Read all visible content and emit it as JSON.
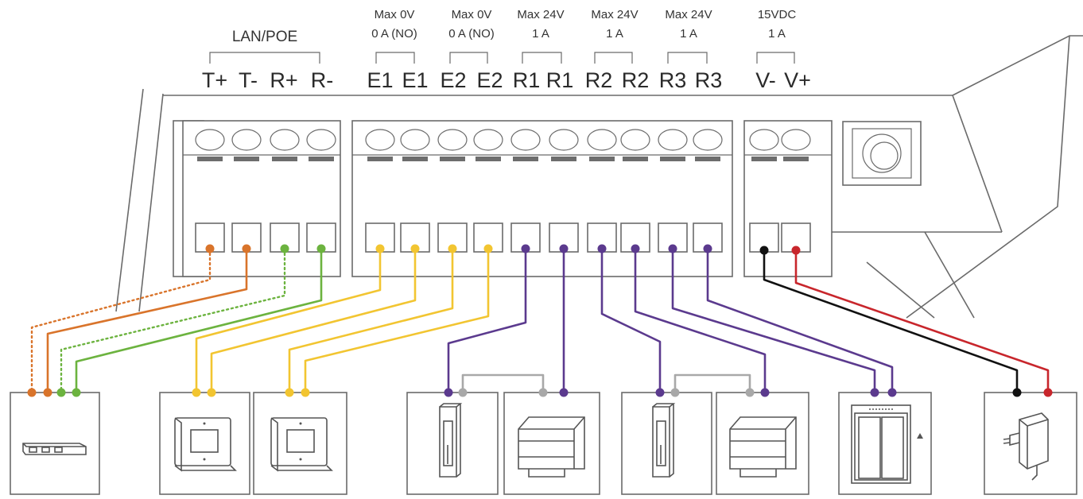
{
  "colors": {
    "orange": "#d9742b",
    "green": "#6cb33f",
    "yellow": "#f2c531",
    "purple": "#5b3a8e",
    "gray": "#a8a8a8",
    "black": "#111111",
    "red": "#c8262c",
    "outline": "#6a6a6a"
  },
  "groups": [
    {
      "id": "lan",
      "rating": [],
      "group_label": "LAN/POE",
      "terminals": [
        "T+",
        "T-",
        "R+",
        "R-"
      ]
    },
    {
      "id": "e1",
      "rating": [
        "Max 0V",
        "0 A (NO)"
      ],
      "terminals": [
        "E1",
        "E1"
      ]
    },
    {
      "id": "e2",
      "rating": [
        "Max 0V",
        "0 A (NO)"
      ],
      "terminals": [
        "E2",
        "E2"
      ]
    },
    {
      "id": "r1",
      "rating": [
        "Max 24V",
        "1 A"
      ],
      "terminals": [
        "R1",
        "R1"
      ]
    },
    {
      "id": "r2",
      "rating": [
        "Max 24V",
        "1 A"
      ],
      "terminals": [
        "R2",
        "R2"
      ]
    },
    {
      "id": "r3",
      "rating": [
        "Max 24V",
        "1 A"
      ],
      "terminals": [
        "R3",
        "R3"
      ]
    },
    {
      "id": "pwr",
      "rating": [
        "15VDC",
        "1 A"
      ],
      "terminals": [
        "V-",
        "V+"
      ]
    }
  ],
  "devices": [
    {
      "id": "network-switch",
      "icon": "network-switch-icon"
    },
    {
      "id": "exit-button-1",
      "icon": "exit-button-icon"
    },
    {
      "id": "exit-button-2",
      "icon": "exit-button-icon"
    },
    {
      "id": "electric-strike-1",
      "icon": "electric-strike-icon"
    },
    {
      "id": "din-power-supply-1",
      "icon": "din-rail-module-icon"
    },
    {
      "id": "electric-strike-2",
      "icon": "electric-strike-icon"
    },
    {
      "id": "din-power-supply-2",
      "icon": "din-rail-module-icon"
    },
    {
      "id": "elevator",
      "icon": "elevator-icon"
    },
    {
      "id": "power-adapter",
      "icon": "power-adapter-icon"
    }
  ],
  "wires": [
    {
      "id": "wire-t-plus",
      "color": "orange",
      "style": "dotted",
      "from": "T+",
      "to": "network-switch"
    },
    {
      "id": "wire-t-minus",
      "color": "orange",
      "style": "solid",
      "from": "T-",
      "to": "network-switch"
    },
    {
      "id": "wire-r-plus",
      "color": "green",
      "style": "dotted",
      "from": "R+",
      "to": "network-switch"
    },
    {
      "id": "wire-r-minus",
      "color": "green",
      "style": "solid",
      "from": "R-",
      "to": "network-switch"
    },
    {
      "id": "wire-e1-a",
      "color": "yellow",
      "style": "solid",
      "from": "E1",
      "to": "exit-button-1"
    },
    {
      "id": "wire-e1-b",
      "color": "yellow",
      "style": "solid",
      "from": "E1",
      "to": "exit-button-1"
    },
    {
      "id": "wire-e2-a",
      "color": "yellow",
      "style": "solid",
      "from": "E2",
      "to": "exit-button-2"
    },
    {
      "id": "wire-e2-b",
      "color": "yellow",
      "style": "solid",
      "from": "E2",
      "to": "exit-button-2"
    },
    {
      "id": "wire-r1-a",
      "color": "purple",
      "style": "solid",
      "from": "R1",
      "to": "electric-strike-1"
    },
    {
      "id": "wire-r1-b",
      "color": "purple",
      "style": "solid",
      "from": "R1",
      "to": "din-power-supply-1"
    },
    {
      "id": "wire-r2-a",
      "color": "purple",
      "style": "solid",
      "from": "R2",
      "to": "electric-strike-2"
    },
    {
      "id": "wire-r2-b",
      "color": "purple",
      "style": "solid",
      "from": "R2",
      "to": "din-power-supply-2"
    },
    {
      "id": "wire-r3-a",
      "color": "purple",
      "style": "solid",
      "from": "R3",
      "to": "elevator"
    },
    {
      "id": "wire-r3-b",
      "color": "purple",
      "style": "solid",
      "from": "R3",
      "to": "elevator"
    },
    {
      "id": "wire-v-minus",
      "color": "black",
      "style": "solid",
      "from": "V-",
      "to": "power-adapter"
    },
    {
      "id": "wire-v-plus",
      "color": "red",
      "style": "solid",
      "from": "V+",
      "to": "power-adapter"
    },
    {
      "id": "wire-strike-psu-1",
      "color": "gray",
      "style": "solid",
      "from": "electric-strike-1",
      "to": "din-power-supply-1"
    },
    {
      "id": "wire-strike-psu-2",
      "color": "gray",
      "style": "solid",
      "from": "electric-strike-2",
      "to": "din-power-supply-2"
    }
  ]
}
